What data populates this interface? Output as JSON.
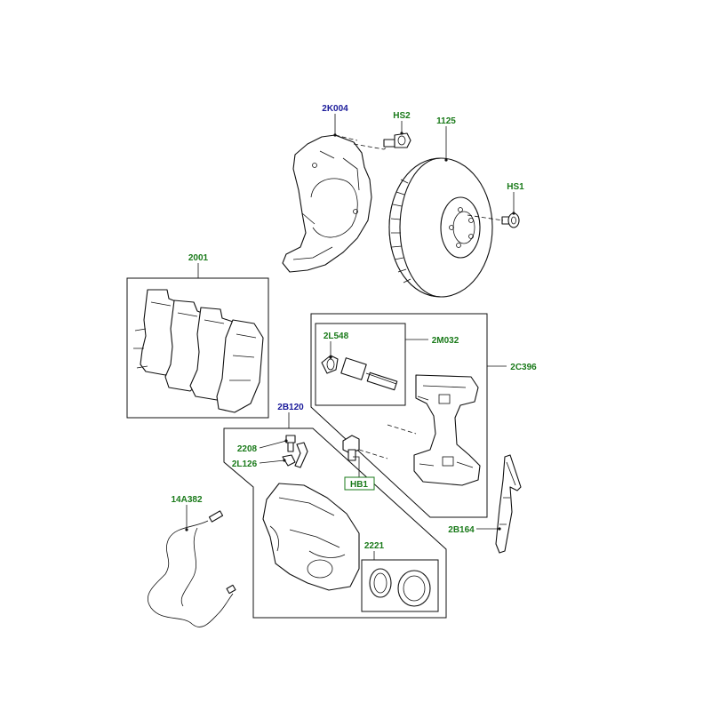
{
  "colors": {
    "green_label": "#1a7a1a",
    "blue_label": "#1a1a9a",
    "line": "#111111"
  },
  "labels": {
    "p2K004": "2K004",
    "hs2": "HS2",
    "p1125": "1125",
    "hs1": "HS1",
    "p2001": "2001",
    "p2L548": "2L548",
    "p2M032": "2M032",
    "p2C396": "2C396",
    "p2B120": "2B120",
    "p2208": "2208",
    "p2L126": "2L126",
    "hb1": "HB1",
    "p14A382": "14A382",
    "p2221": "2221",
    "p2B164": "2B164"
  }
}
